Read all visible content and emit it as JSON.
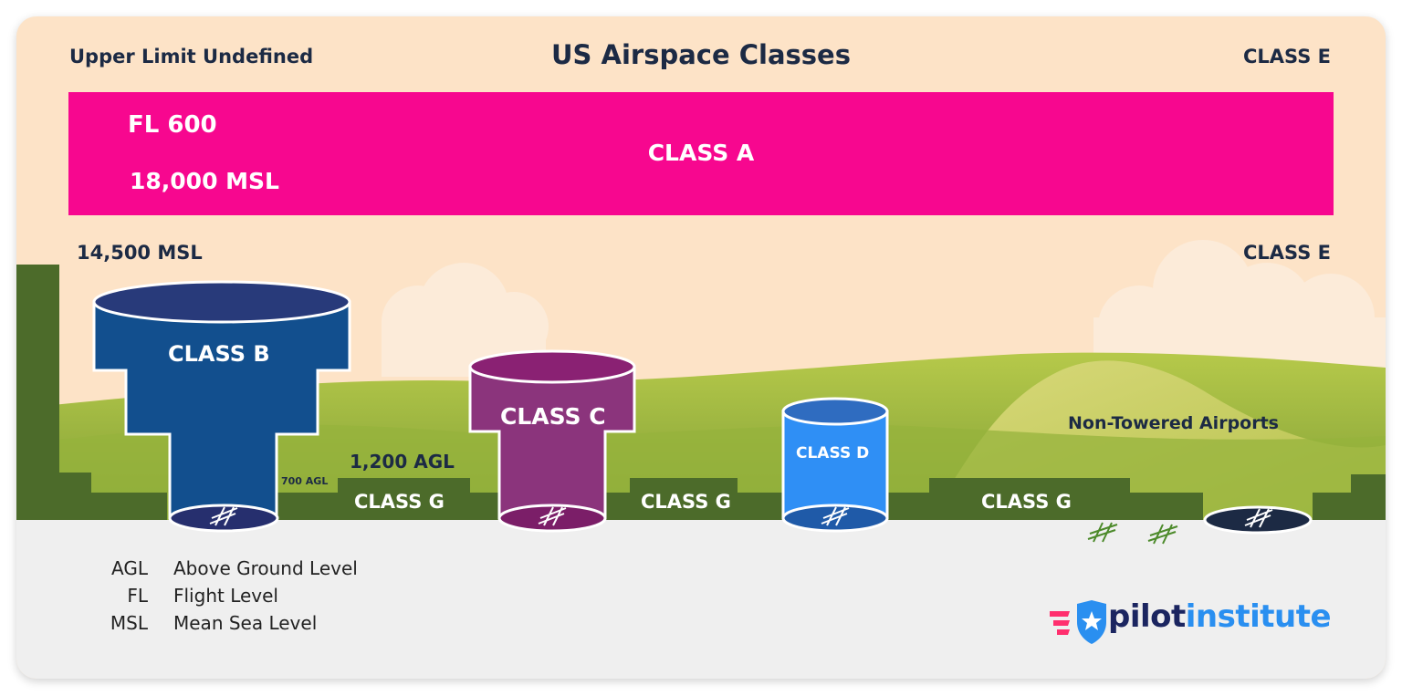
{
  "diagram": {
    "title": "US Airspace Classes",
    "upper_limit": "Upper Limit Undefined",
    "class_e_top": "CLASS E",
    "class_e_mid": "CLASS E",
    "class_a": {
      "label": "CLASS A",
      "top_alt": "FL 600",
      "bottom_alt": "18,000 MSL"
    },
    "class_e_floor": "14,500 MSL",
    "class_b": "CLASS B",
    "class_c": "CLASS C",
    "class_d": "CLASS D",
    "agl_700": "700 AGL",
    "agl_1200": "1,200 AGL",
    "class_g": [
      "CLASS G",
      "CLASS G",
      "CLASS G"
    ],
    "non_towered": "Non-Towered Airports"
  },
  "legend": [
    {
      "abbr": "AGL",
      "meaning": "Above Ground Level"
    },
    {
      "abbr": "FL",
      "meaning": "Flight Level"
    },
    {
      "abbr": "MSL",
      "meaning": "Mean Sea Level"
    }
  ],
  "logo": {
    "part1": "pilot",
    "part2": "institute"
  },
  "colors": {
    "sky": "#fde3c7",
    "class_a": "#f7078f",
    "class_b": "#124f8e",
    "class_c": "#8b347c",
    "class_d": "#2f8ff5",
    "terrain": "#4c6b2a",
    "ground": "#efefef",
    "text_dark": "#1c2a44"
  }
}
